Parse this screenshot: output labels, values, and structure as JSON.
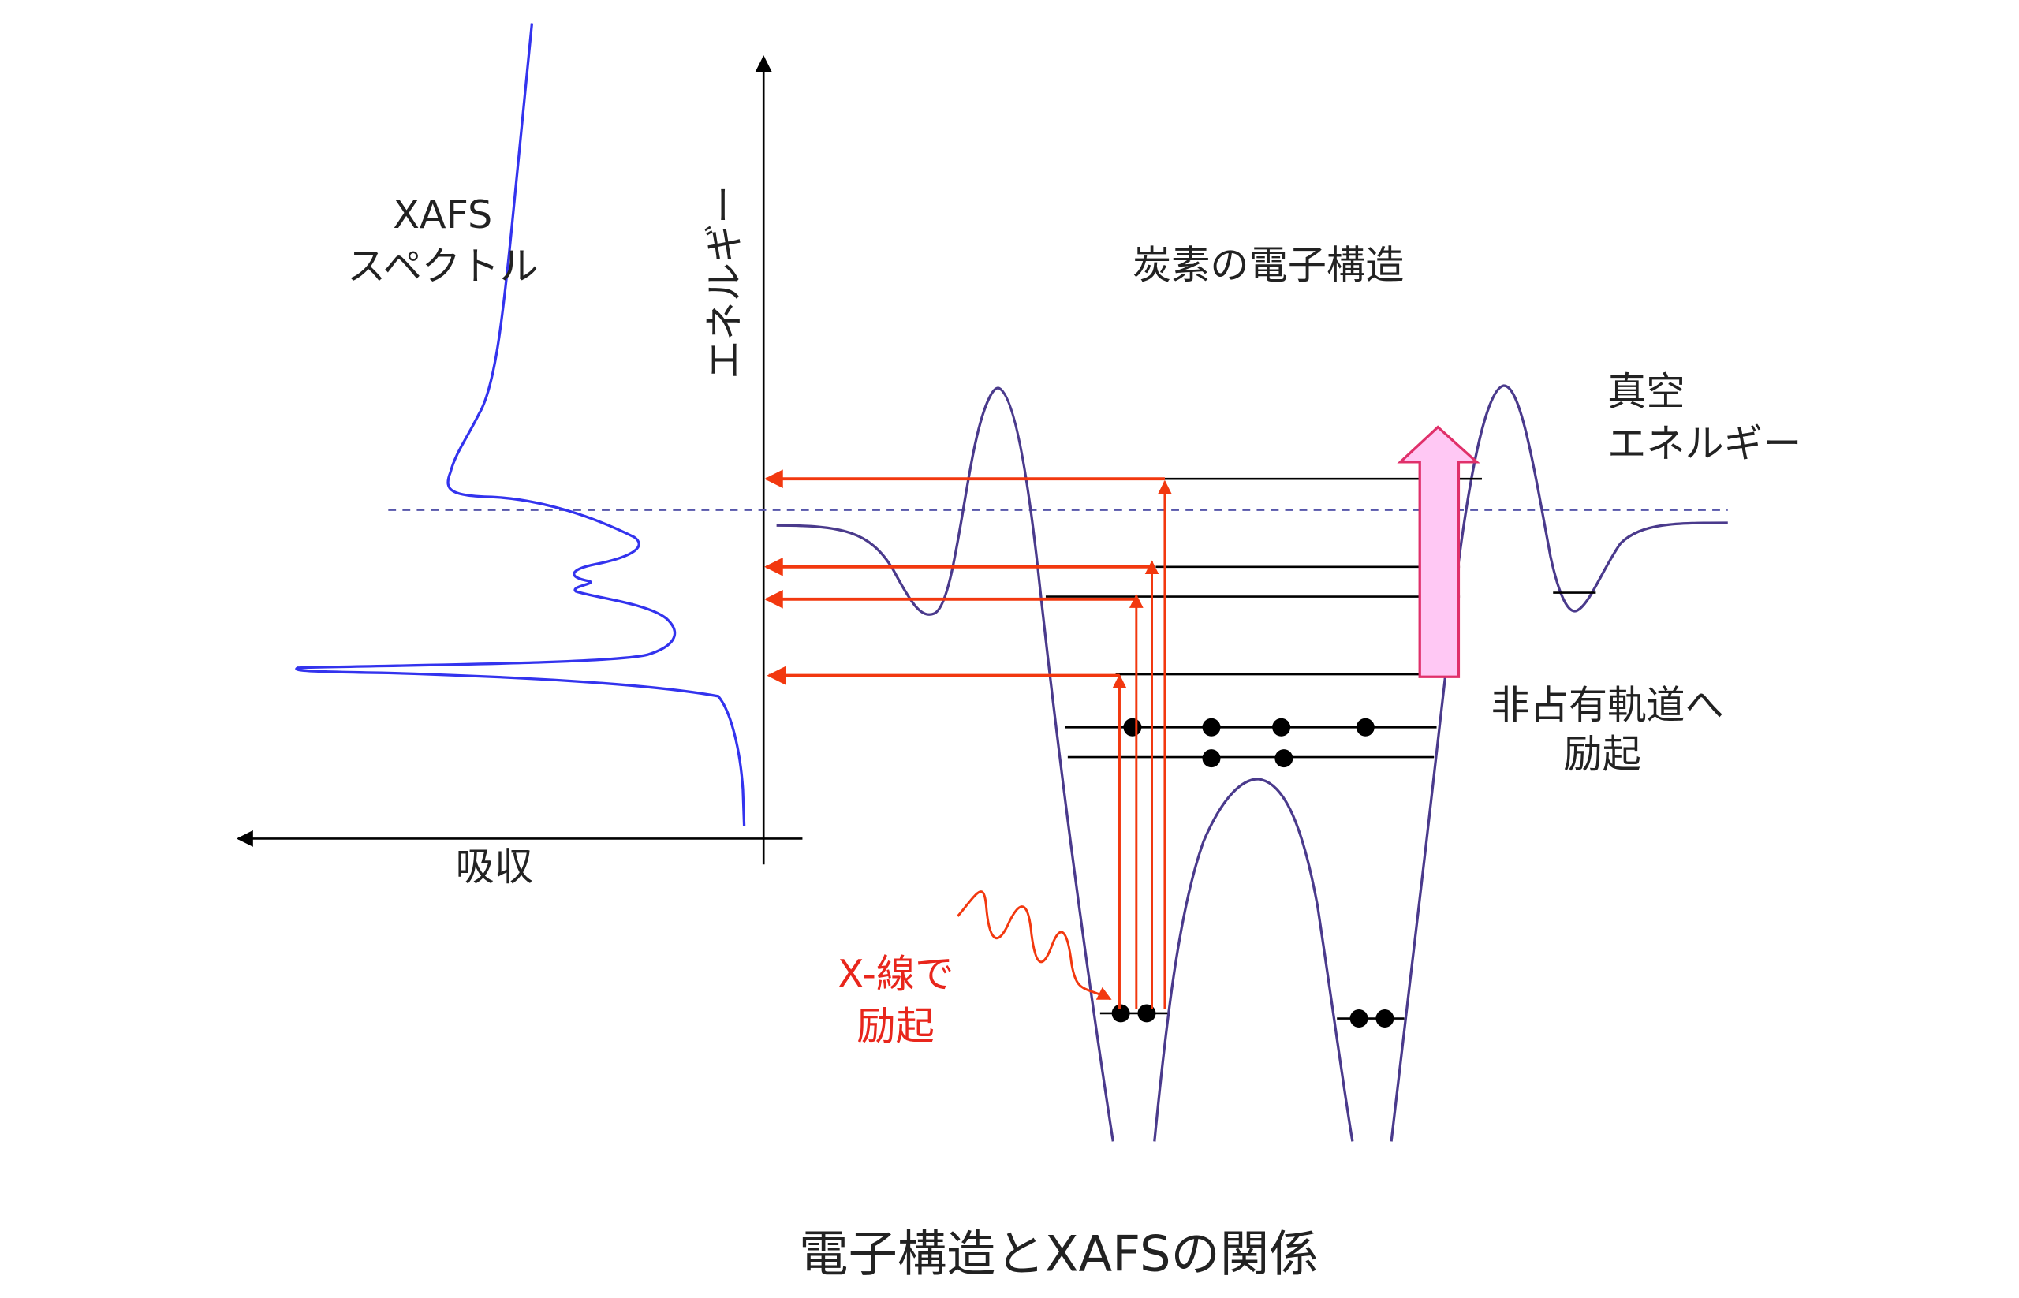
{
  "title": "電子構造とXAFSの関係",
  "labels": {
    "spectrum_line1": "XAFS",
    "spectrum_line2": "スペクトル",
    "energy_axis": "エネルギー",
    "absorption_axis": "吸収",
    "carbon_structure": "炭素の電子構造",
    "vacuum_line1": "真空",
    "vacuum_line2": "エネルギー",
    "unoccupied_line1": "非占有軌道へ",
    "unoccupied_line2": "励起",
    "xray_line1": "X-線で",
    "xray_line2": "励起"
  },
  "colors": {
    "spectrum": "#3333ee",
    "potential": "#4a3a8c",
    "transition": "#f2380f",
    "excite_arrow_fill": "#ffc8f4",
    "excite_arrow_stroke": "#e0306a",
    "xray_text": "#e8261c"
  }
}
